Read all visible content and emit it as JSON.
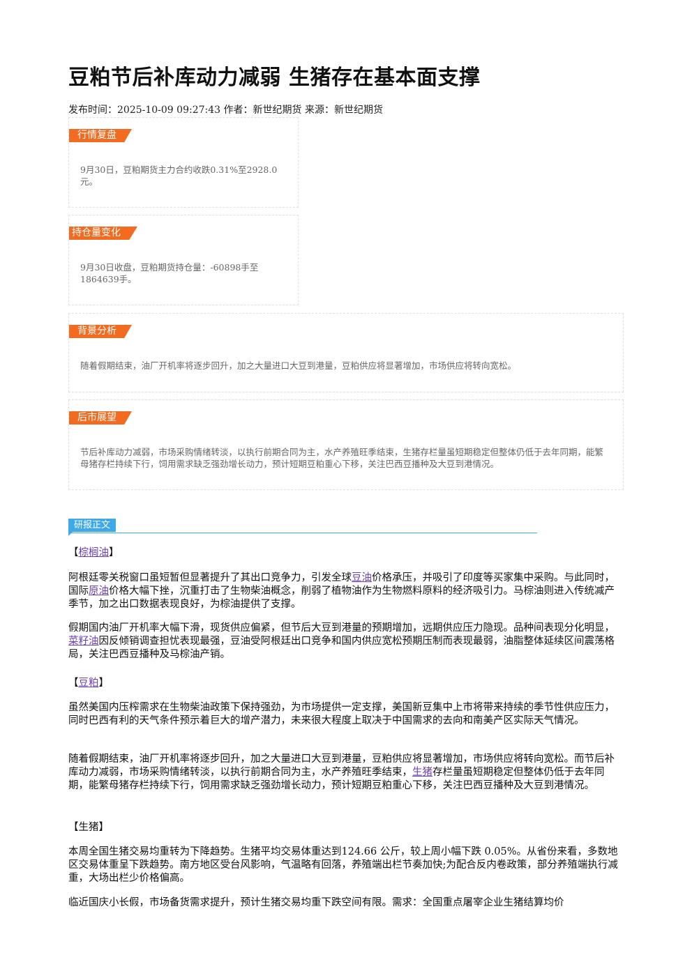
{
  "article": {
    "title": "豆粕节后补库动力减弱 生猪存在基本面支撑",
    "meta": "发布时间：2025-10-09 09:27:43 作者：新世纪期货 来源：新世纪期货"
  },
  "boxes": [
    {
      "tag": "行情复盘",
      "text": "9月30日，豆粕期货主力合约收跌0.31%至2928.0元。"
    },
    {
      "tag": "持仓量变化",
      "text": "9月30日收盘，豆粕期货持仓量：-60898手至1864639手。"
    },
    {
      "tag": "背景分析",
      "text": "随着假期结束，油厂开机率将逐步回升，加之大量进口大豆到港量，豆粕供应将显著增加，市场供应将转向宽松。"
    },
    {
      "tag": "后市展望",
      "text": "节后补库动力减弱，市场采购情绪转淡，以执行前期合同为主，水产养殖旺季结束，生猪存栏量虽短期稳定但整体仍低于去年同期，能繁母猪存栏持续下行，饲用需求缺乏强劲增长动力，预计短期豆粕重心下移，关注巴西豆播种及大豆到港情况。"
    }
  ],
  "section": {
    "label": "研报正文"
  },
  "body": {
    "h_palm": {
      "open": "【",
      "link": "棕榈油",
      "close": "】"
    },
    "p1": {
      "a": "阿根廷零关税窗口虽短暂但显著提升了其出口竞争力，引发全球",
      "link1": "豆油",
      "b": "价格承压，并吸引了印度等买家集中采购。与此同时，国际",
      "link2": "原油",
      "c": "价格大幅下挫，沉重打击了生物柴油概念，削弱了植物油作为生物燃料原料的经济吸引力。马棕油则进入传统减产季节，加之出口数据表现良好，为棕油提供了支撑。"
    },
    "p2": {
      "a": "假期国内油厂开机率大幅下滑，现货供应偏紧，但节后大豆到港量的预期增加，远期供应压力隐现。品种间表现分化明显，",
      "link": "菜籽油",
      "b": "因反倾销调查担忧表现最强，豆油受阿根廷出口竞争和国内供应宽松预期压制而表现最弱，油脂整体延续区间震荡格局，关注巴西豆播种及马棕油产销。"
    },
    "h_meal": {
      "open": "【",
      "link": "豆粕",
      "close": "】"
    },
    "p3": "虽然美国内压榨需求在生物柴油政策下保持强劲，为市场提供一定支撑，美国新豆集中上市将带来持续的季节性供应压力，同时巴西有利的天气条件预示着巨大的增产潜力，未来很大程度上取决于中国需求的去向和南美产区实际天气情况。",
    "p4": {
      "a": "随着假期结束，油厂开机率将逐步回升，加之大量进口大豆到港量，豆粕供应将显著增加，市场供应将转向宽松。而节后补库动力减弱，市场采购情绪转淡，以执行前期合同为主，水产养殖旺季结束，",
      "link": "生猪",
      "b": "存栏量虽短期稳定但整体仍低于去年同期，能繁母猪存栏持续下行，饲用需求缺乏强劲增长动力，预计短期豆粕重心下移，关注巴西豆播种及大豆到港情况。"
    },
    "h_hog": "【生猪】",
    "p5": "本周全国生猪交易均重转为下降趋势。生猪平均交易体重达到124.66 公斤，较上周小幅下跌 0.05%。从省份来看，多数地区交易体重呈下跌趋势。南方地区受台风影响，气温略有回落，养殖端出栏节奏加快;为配合反内卷政策，部分养殖端执行减重，大场出栏少价格偏高。",
    "p6": "临近国庆小长假，市场备货需求提升，预计生猪交易均重下跌空间有限。需求：全国重点屠宰企业生猪结算均价"
  }
}
